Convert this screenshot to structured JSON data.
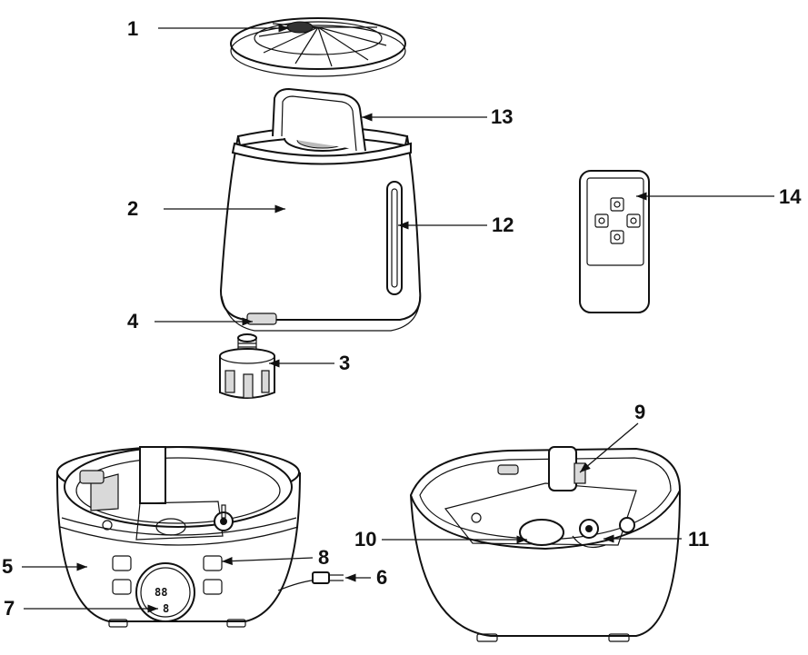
{
  "labels": {
    "l1": "1",
    "l2": "2",
    "l3": "3",
    "l4": "4",
    "l5": "5",
    "l6": "6",
    "l7": "7",
    "l8": "8",
    "l9": "9",
    "l10": "10",
    "l11": "11",
    "l12": "12",
    "l13": "13",
    "l14": "14"
  },
  "display": {
    "digits": "88",
    "sub": "8"
  }
}
